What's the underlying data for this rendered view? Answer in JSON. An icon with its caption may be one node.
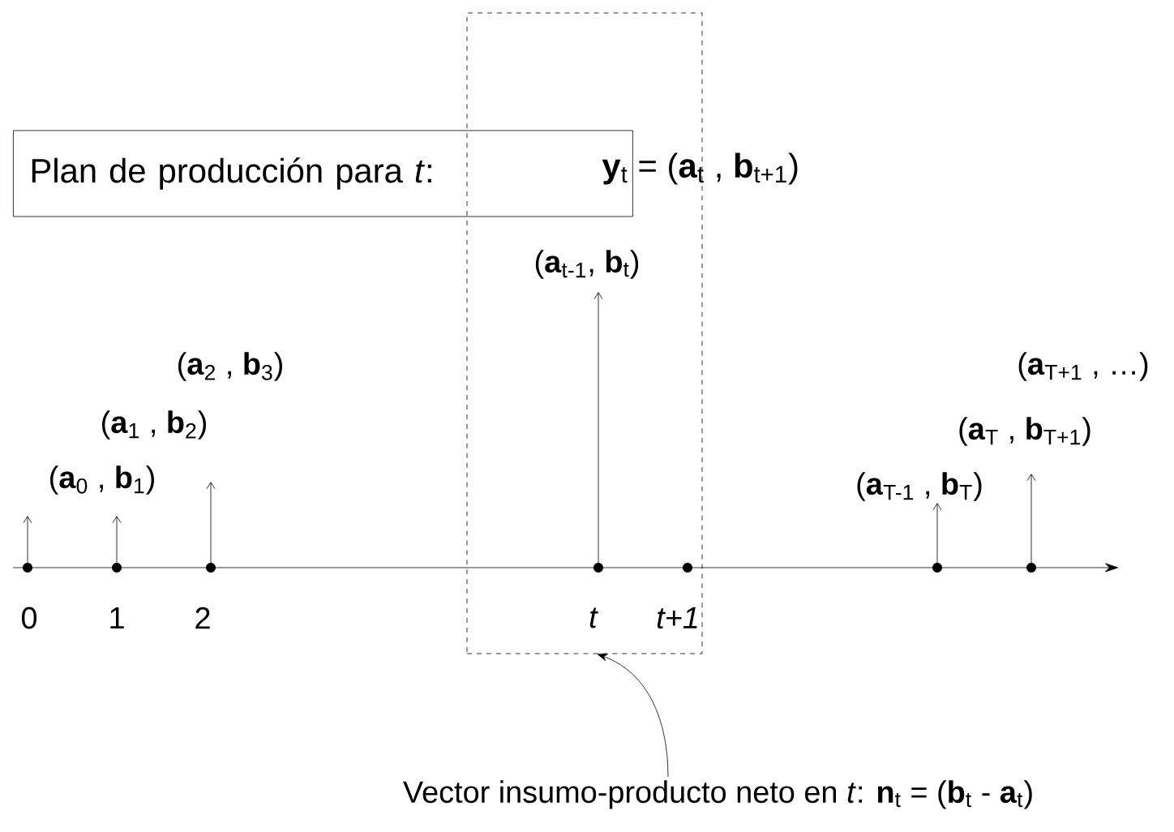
{
  "diagram": {
    "nodes": [
      {
        "text": [
          "Plan de producción para *t*:"
        ]
      },
      {
        "text": [],
        "shape": "box"
      },
      {
        "text": [
          "Vector insumo-producto neto en *t*: **n**$_{t}$ = (**b**$_{t}$ - **a**$_{t}$)"
        ]
      }
    ],
    "edges": [
      {
        "from": 2,
        "to": 1,
        "arrow": "to"
      }
    ],
    "labels": [
      "**y**$_{t}$ = (**a**$_{t}$ , **b**$_{t+1}$)",
      "(**a**$_{t-1}$, **b**$_{t}$)",
      "(**a**$_{2}$ , **b**$_{3}$)",
      "(**a**$_{T+1}$ , …)",
      "(**a**$_{1}$ , **b**$_{2}$)",
      "(**a**$_{T}$ , **b**$_{T+1}$)",
      "(**a**$_{0}$ , **b**$_{1}$)",
      "(**a**$_{T-1}$ , **b**$_{T}$)",
      "0",
      "1",
      "2",
      "*t*",
      "*t+1*"
    ]
  }
}
